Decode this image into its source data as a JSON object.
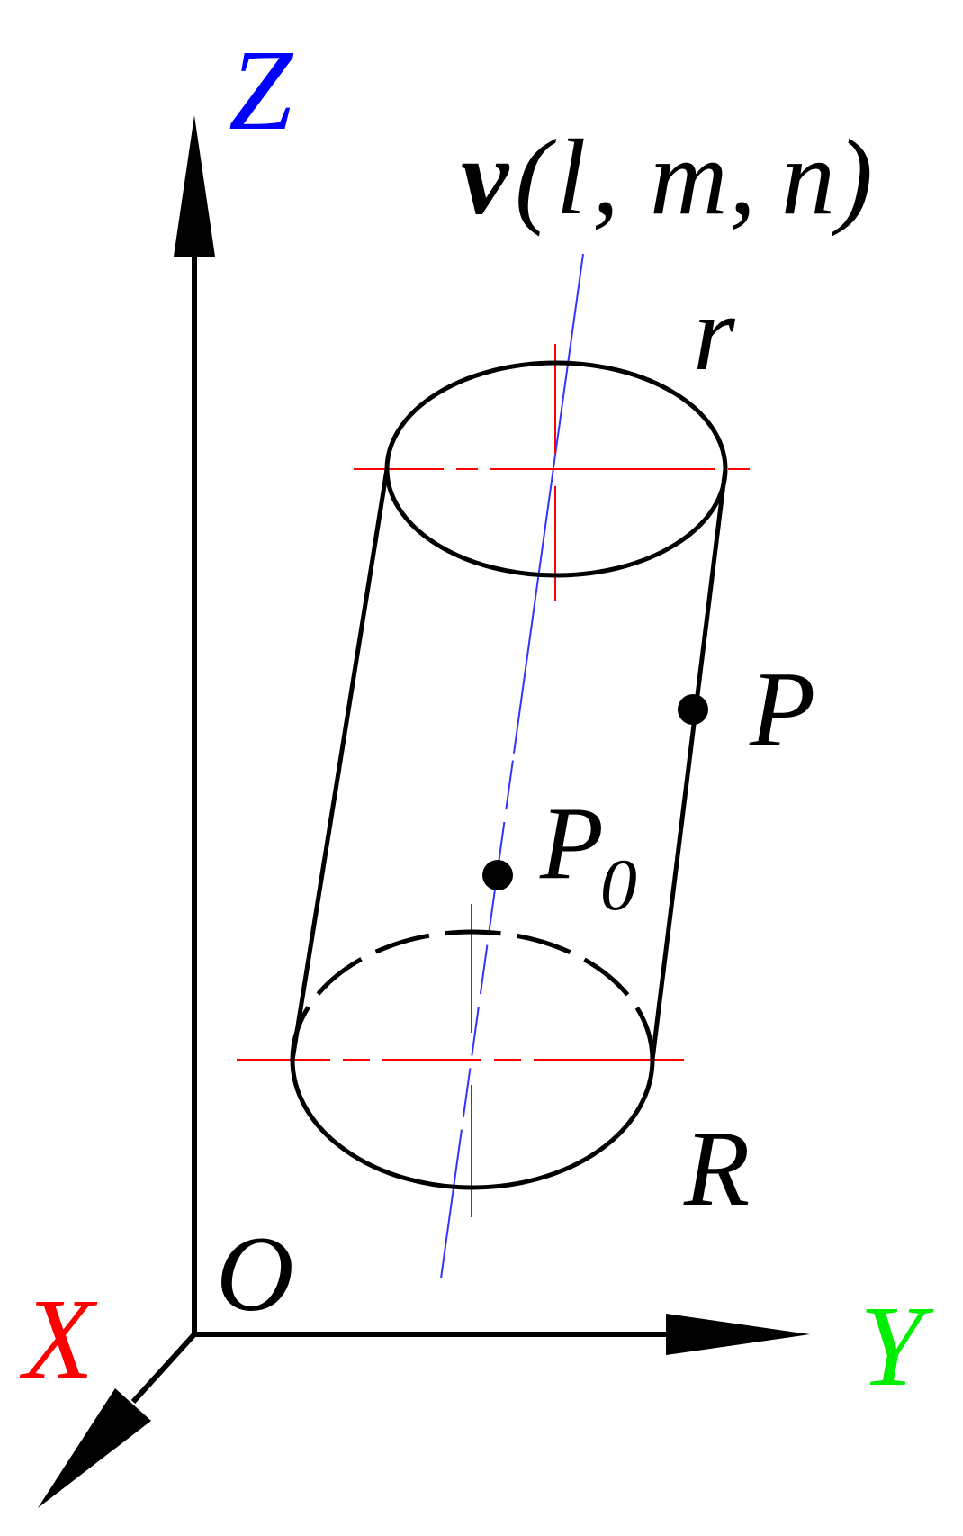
{
  "axes": {
    "z": {
      "label": "Z",
      "color": "#0000ff"
    },
    "y": {
      "label": "Y",
      "color": "#00ee00"
    },
    "x": {
      "label": "X",
      "color": "#ff0000"
    },
    "origin_label": "O"
  },
  "vector_label": {
    "v": "v",
    "open": "(",
    "l": "l",
    "c1": ",",
    "m": "m",
    "c2": ",",
    "n": "n",
    "close": ")"
  },
  "cylinder": {
    "top_radius_label": "r",
    "bottom_radius_label": "R",
    "surface_point_label": "P",
    "axis_point_label": "P",
    "axis_point_subscript": "0"
  },
  "colors": {
    "outline": "#000000",
    "axis_line": "#3333ff",
    "centerline": "#ff0000"
  }
}
